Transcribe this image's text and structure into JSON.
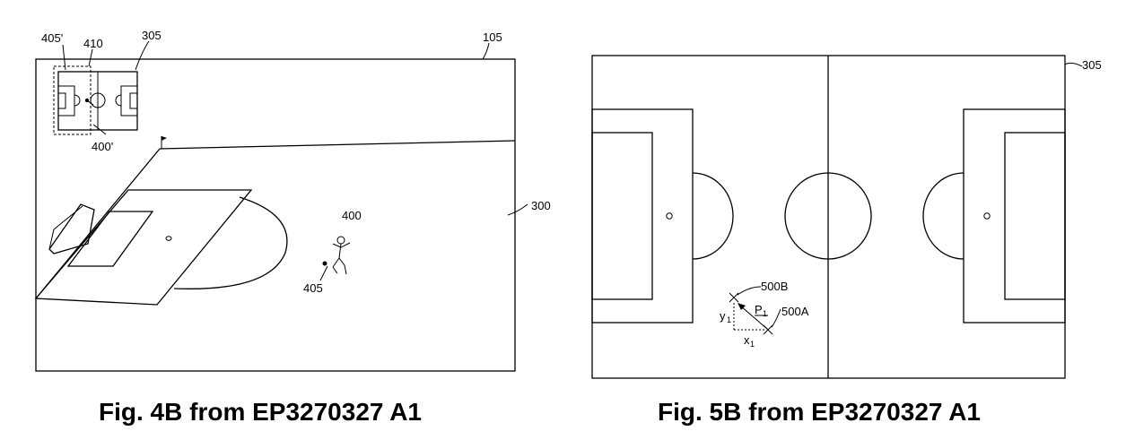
{
  "captions": {
    "fig4b": "Fig. 4B from EP3270327 A1",
    "fig5b": "Fig. 5B from EP3270327 A1"
  },
  "fig4b_labels": {
    "r405p": "405'",
    "r410": "410",
    "r305": "305",
    "r105": "105",
    "r400p": "400'",
    "r300": "300",
    "r400": "400",
    "r405": "405"
  },
  "fig5b_labels": {
    "r305": "305",
    "r500B": "500B",
    "r500A": "500A",
    "p": "P",
    "p_sub": "1",
    "y": "y",
    "y_sub": "1",
    "x": "x",
    "x_sub": "1"
  }
}
